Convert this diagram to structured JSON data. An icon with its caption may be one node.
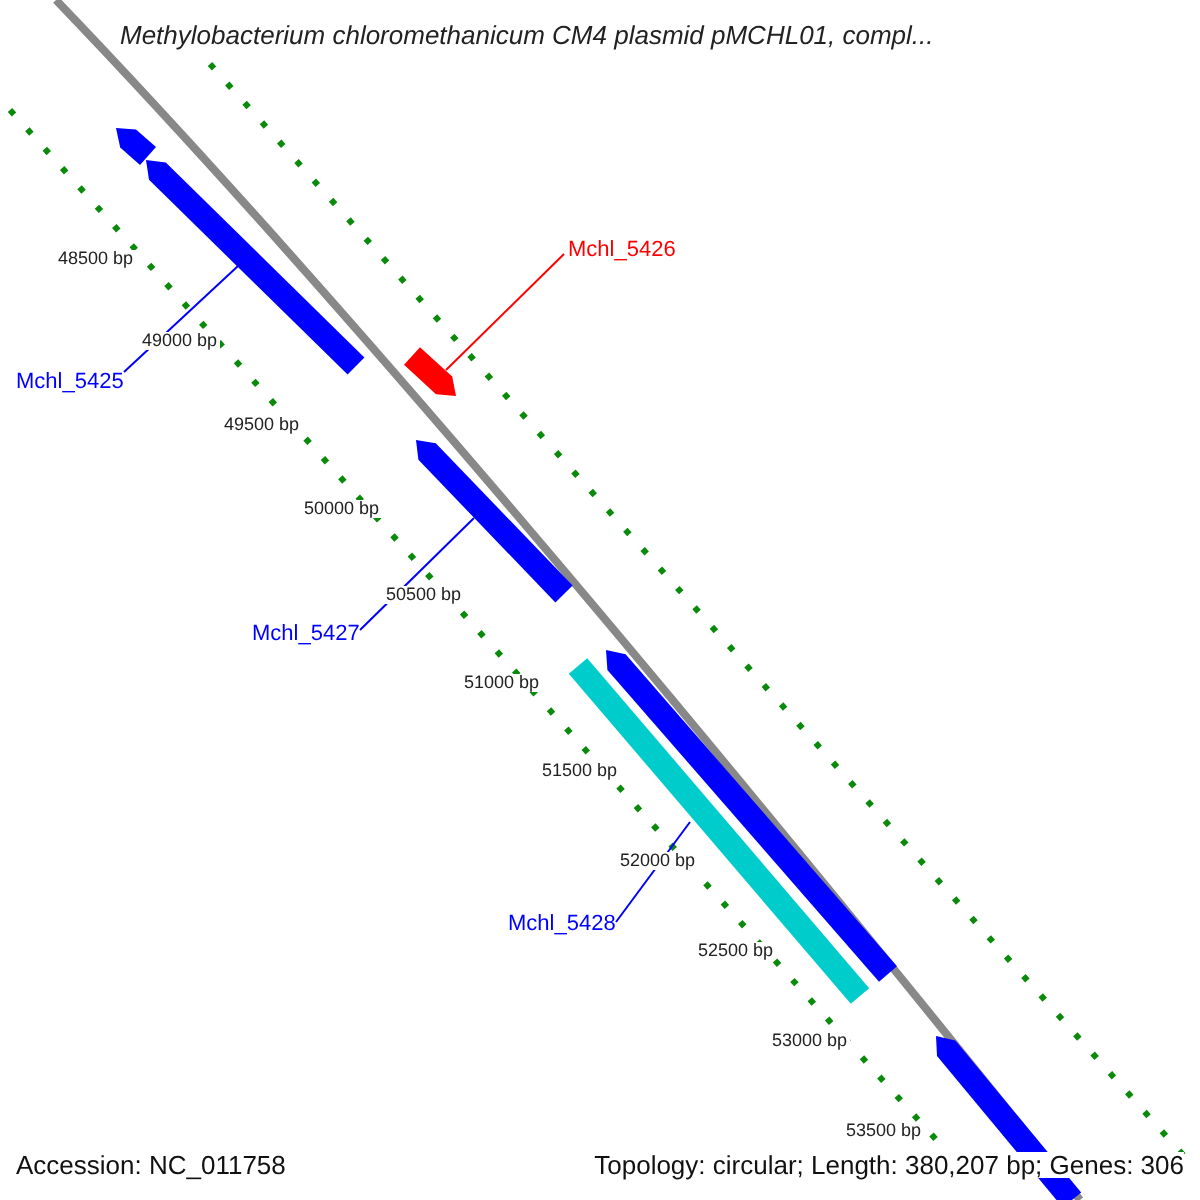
{
  "diagram": {
    "title": "Methylobacterium chloromethanicum CM4 plasmid pMCHL01, compl...",
    "nodes": [
      {
        "text": [
          "Mchl_5426"
        ]
      },
      {
        "text": [
          "Mchl_5425"
        ]
      },
      {
        "text": [
          "Mchl_5427"
        ]
      },
      {
        "text": [
          "Mchl_5428"
        ]
      },
      {
        "text": [],
        "shape": "bar"
      },
      {
        "text": [],
        "shape": "bar"
      },
      {
        "text": [],
        "shape": "bar"
      },
      {
        "text": [],
        "shape": "bar"
      },
      {
        "text": [],
        "shape": "bar"
      },
      {
        "text": [],
        "shape": "bar"
      },
      {
        "text": [],
        "shape": "bar"
      }
    ],
    "edges": [
      {
        "from": 0,
        "to": 6,
        "arrow": "none",
        "color": "#ff0000"
      },
      {
        "from": 1,
        "to": 5,
        "arrow": "none"
      },
      {
        "from": 2,
        "to": 7,
        "arrow": "none"
      },
      {
        "from": 3,
        "to": 8,
        "arrow": "none"
      }
    ],
    "labels": [
      "48500 bp",
      "49000 bp",
      "49500 bp",
      "50000 bp",
      "50500 bp",
      "51000 bp",
      "51500 bp",
      "52000 bp",
      "52500 bp",
      "53000 bp",
      "53500 bp",
      "Accession: NC_011758",
      "Topology: circular; Length: 380,207 bp; Genes: 306"
    ]
  }
}
